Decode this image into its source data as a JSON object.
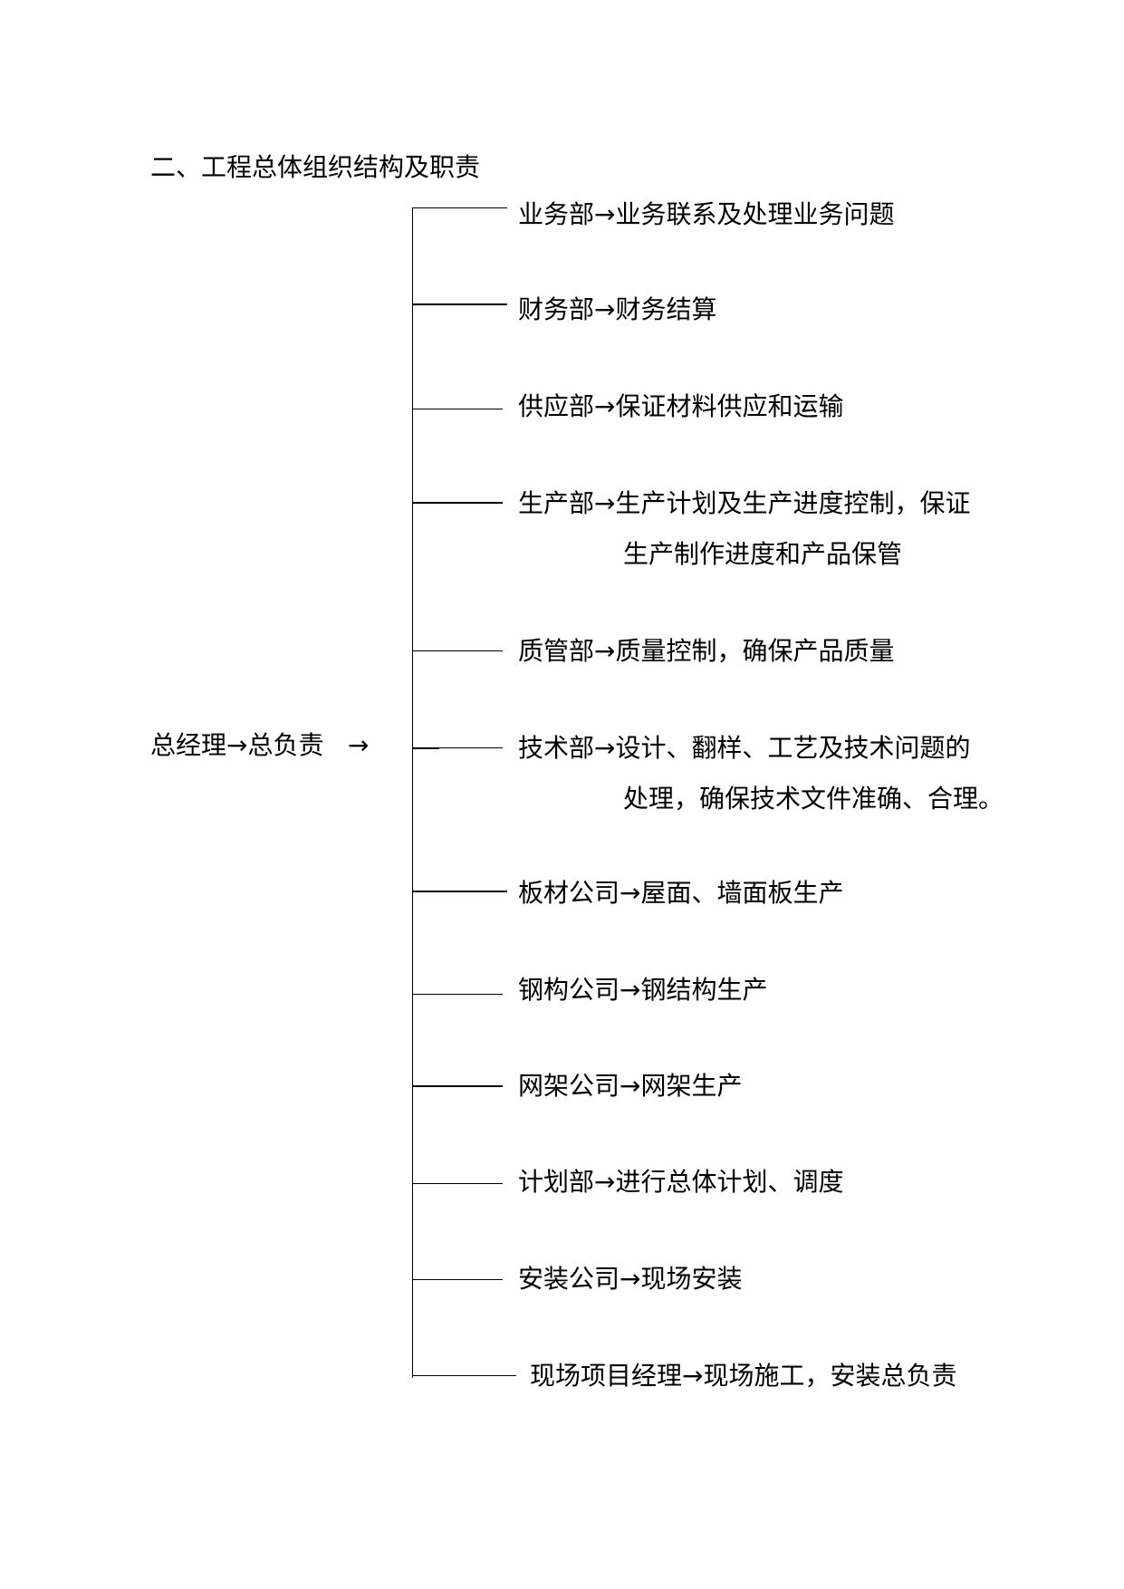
{
  "heading": "二、工程总体组织结构及职责",
  "root": {
    "label": "总经理→总负责",
    "arrow": "→"
  },
  "departments": [
    {
      "line1": "业务部→业务联系及处理业务问题"
    },
    {
      "line1": "财务部→财务结算"
    },
    {
      "line1": "供应部→保证材料供应和运输"
    },
    {
      "line1": "生产部→生产计划及生产进度控制，保证",
      "line2": "生产制作进度和产品保管"
    },
    {
      "line1": "质管部→质量控制，确保产品质量"
    },
    {
      "line1": "技术部→设计、翻样、工艺及技术问题的",
      "line2": "处理，确保技术文件准确、合理。"
    },
    {
      "line1": "板材公司→屋面、墙面板生产"
    },
    {
      "line1": "钢构公司→钢结构生产"
    },
    {
      "line1": "网架公司→网架生产"
    },
    {
      "line1": "计划部→进行总体计划、调度"
    },
    {
      "line1": "安装公司→现场安装"
    },
    {
      "line1": "现场项目经理→现场施工，安装总负责"
    }
  ]
}
